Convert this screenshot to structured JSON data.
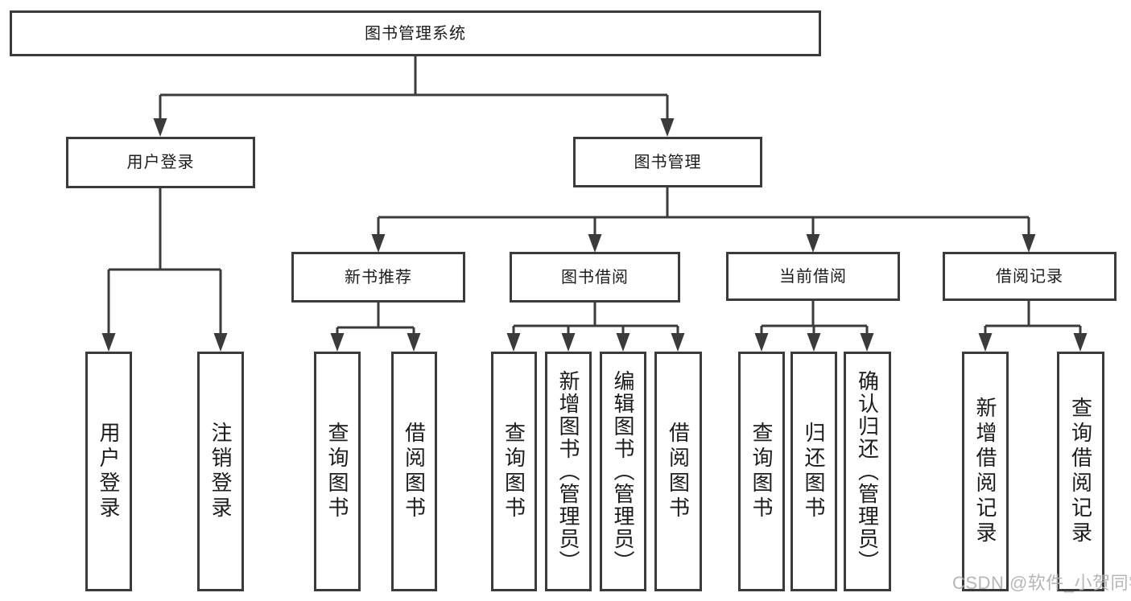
{
  "tree": {
    "root": {
      "label": "图书管理系统",
      "children": [
        {
          "label": "用户登录",
          "children": [
            {
              "label": "用户登录"
            },
            {
              "label": "注销登录"
            }
          ]
        },
        {
          "label": "图书管理",
          "children": [
            {
              "label": "新书推荐",
              "children": [
                {
                  "label": "查询图书"
                },
                {
                  "label": "借阅图书"
                }
              ]
            },
            {
              "label": "图书借阅",
              "children": [
                {
                  "label": "查询图书"
                },
                {
                  "label": "新增图书（管理员）"
                },
                {
                  "label": "编辑图书（管理员）"
                },
                {
                  "label": "借阅图书"
                }
              ]
            },
            {
              "label": "当前借阅",
              "children": [
                {
                  "label": "查询图书"
                },
                {
                  "label": "归还图书"
                },
                {
                  "label": "确认归还（管理员）"
                }
              ]
            },
            {
              "label": "借阅记录",
              "children": [
                {
                  "label": "新增借阅记录"
                },
                {
                  "label": "查询借阅记录"
                }
              ]
            }
          ]
        }
      ]
    }
  },
  "watermark": "CSDN @软件_小贺同学",
  "colors": {
    "line": "#3b3b3b",
    "text": "#1c1c1c",
    "background": "#ffffff",
    "watermark": "#b3aeae"
  }
}
